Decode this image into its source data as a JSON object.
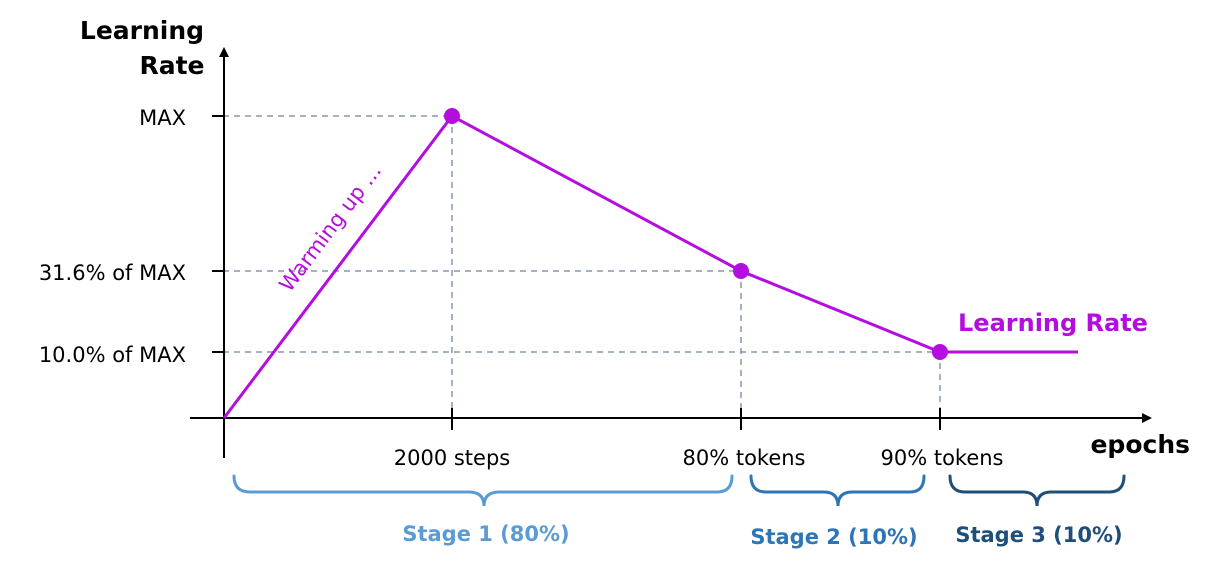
{
  "chart_data": {
    "type": "line",
    "y_axis_title": [
      "Learning",
      "Rate"
    ],
    "x_axis_title": "epochs",
    "y_tick_labels": [
      "MAX",
      "31.6% of MAX",
      "10.0% of MAX"
    ],
    "x_tick_labels": [
      "2000 steps",
      "80% tokens",
      "90% tokens"
    ],
    "series": [
      {
        "name": "Learning Rate",
        "color": "#b40de0",
        "points": [
          {
            "x": "0",
            "y": "0"
          },
          {
            "x": "2000 steps",
            "y": "MAX"
          },
          {
            "x": "80% tokens",
            "y": "31.6% of MAX"
          },
          {
            "x": "90% tokens",
            "y": "10.0% of MAX"
          },
          {
            "x": "end",
            "y": "10.0% of MAX"
          }
        ]
      }
    ],
    "annotations": [
      {
        "text": "Warming up ...",
        "color": "#b40de0"
      }
    ],
    "stages": [
      {
        "label": "Stage 1 (80%)",
        "color": "#5b9bd5"
      },
      {
        "label": "Stage 2 (10%)",
        "color": "#2e75b6"
      },
      {
        "label": "Stage 3 (10%)",
        "color": "#1f4e79"
      }
    ],
    "grid": "dashed guide lines",
    "guide_color": "#8497b0"
  }
}
